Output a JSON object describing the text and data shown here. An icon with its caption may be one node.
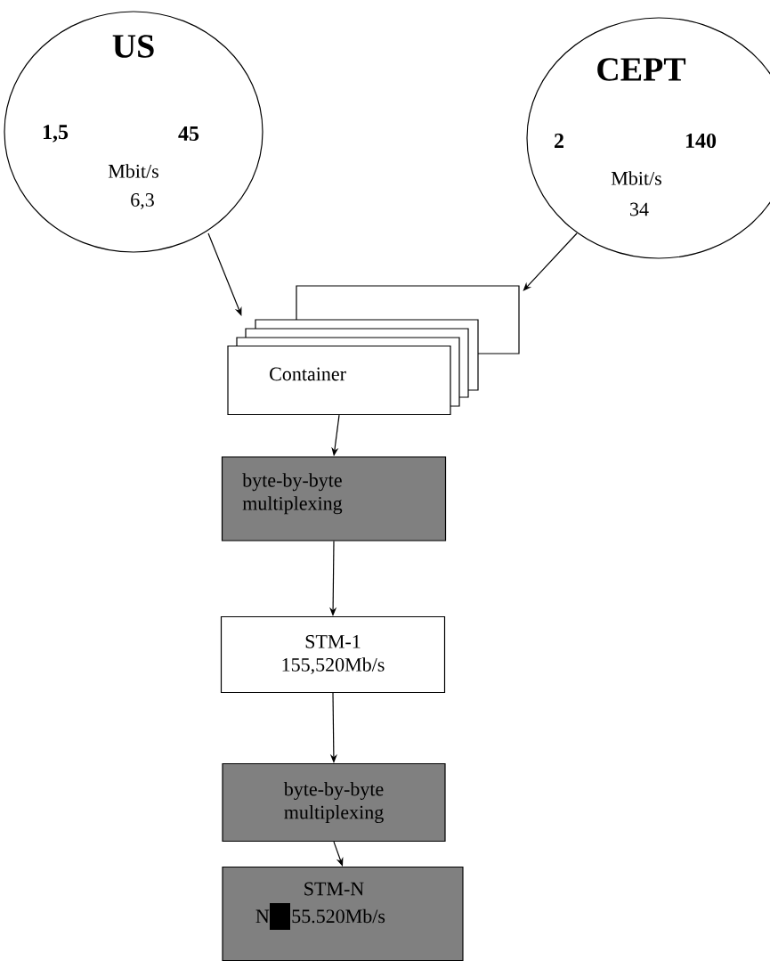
{
  "diagram": {
    "nodes": [
      {
        "text": [
          "US",
          "1,5",
          "45",
          "Mbit/s",
          "6,3"
        ]
      },
      {
        "text": [
          "CEPT",
          "2",
          "140",
          "Mbit/s",
          "34"
        ]
      },
      {
        "text": [
          "Container"
        ]
      },
      {
        "text": [
          "byte-by-byte multiplexing"
        ]
      },
      {
        "text": [
          "STM-1",
          "155,520Mb/s"
        ]
      },
      {
        "text": [
          "byte-by-byte multiplexing"
        ]
      },
      {
        "text": [
          "STM-N",
          "N",
          "55.520Mb/s"
        ]
      }
    ],
    "edges": [
      {
        "from": 0,
        "to": 2,
        "arrow": "to"
      },
      {
        "from": 1,
        "to": 2,
        "arrow": "to"
      },
      {
        "from": 2,
        "to": 3,
        "arrow": "to"
      },
      {
        "from": 3,
        "to": 4,
        "arrow": "to"
      },
      {
        "from": 4,
        "to": 5,
        "arrow": "to"
      },
      {
        "from": 5,
        "to": 6,
        "arrow": "to"
      }
    ]
  }
}
